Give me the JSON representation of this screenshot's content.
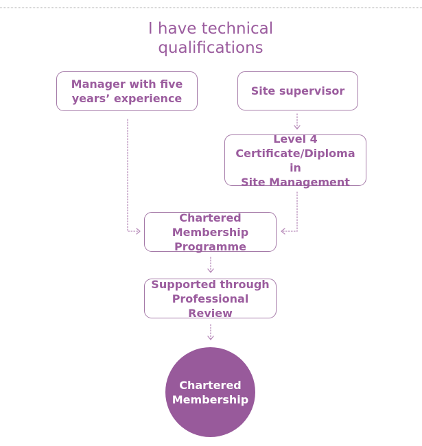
{
  "title": "I have technical\nqualifications",
  "nodes": {
    "manager": "Manager with five\nyears’ experience",
    "site_supervisor": "Site supervisor",
    "level4": "Level 4\nCertificate/Diploma in\nSite Management",
    "chartered_programme": "Chartered Membership\nProgramme",
    "professional_review": "Supported through\nProfessional Review",
    "outcome": "Chartered\nMembership"
  },
  "colors": {
    "accent": "#9b5c9e",
    "border": "#a57aa8",
    "circle_fill": "#985a9b",
    "connector": "#b78bb9"
  }
}
